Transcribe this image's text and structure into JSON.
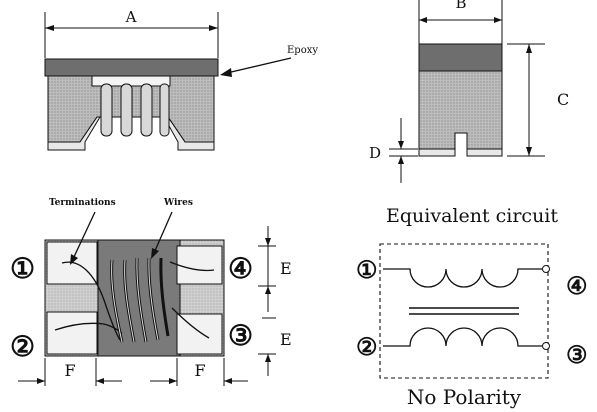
{
  "front_view": {
    "dim_a": "A",
    "epoxy_label": "Epoxy"
  },
  "side_view": {
    "dim_b": "B",
    "dim_c": "C",
    "dim_d": "D"
  },
  "top_view": {
    "terminations_label": "Terminations",
    "wires_label": "Wires",
    "pin_1": "①",
    "pin_2": "②",
    "pin_3": "③",
    "pin_4": "④",
    "dim_e_top": "E",
    "dim_e_bottom": "E",
    "dim_f_left": "F",
    "dim_f_right": "F"
  },
  "circuit": {
    "title": "Equivalent circuit",
    "pin_1": "①",
    "pin_2": "②",
    "pin_3": "③",
    "pin_4": "④",
    "footer": "No Polarity"
  }
}
